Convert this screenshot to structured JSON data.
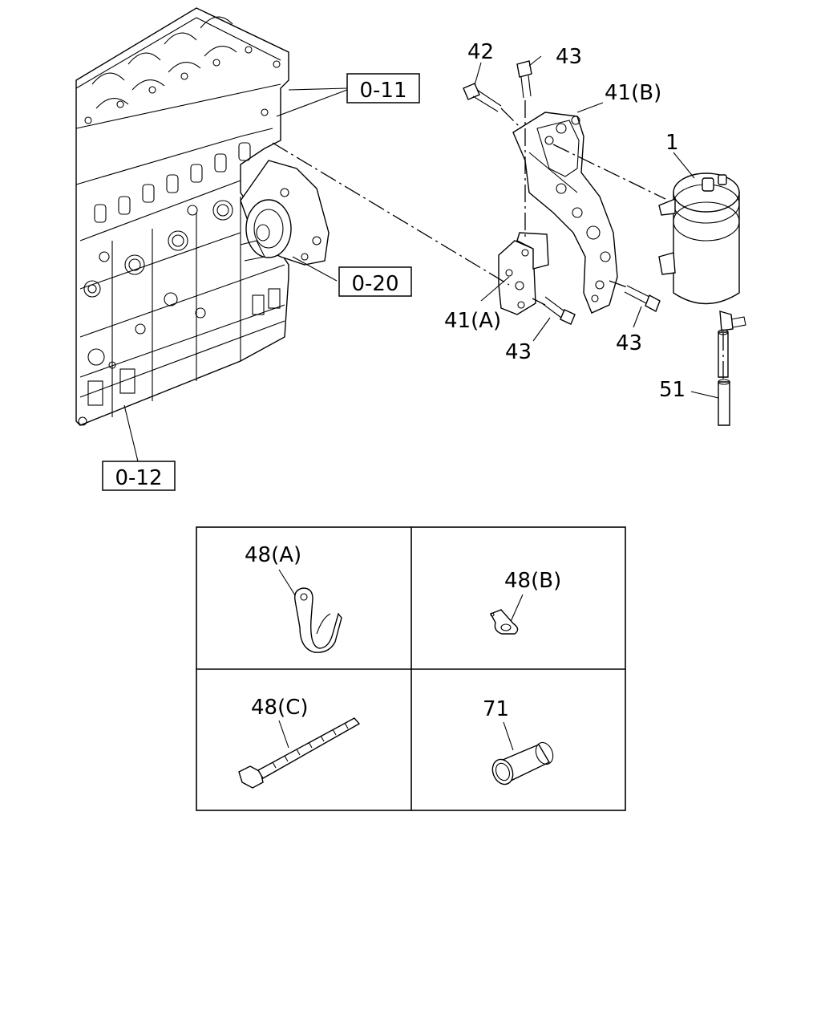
{
  "references": {
    "ref_0_11": "0-11",
    "ref_0_20": "0-20",
    "ref_0_12": "0-12"
  },
  "callouts": {
    "c42": "42",
    "c43_top": "43",
    "c41b": "41(B)",
    "c1": "1",
    "c41a": "41(A)",
    "c43_left": "43",
    "c43_right": "43",
    "c51": "51"
  },
  "detail_panels": {
    "p48a": "48(A)",
    "p48b": "48(B)",
    "p48c": "48(C)",
    "p71": "71"
  },
  "icons": [
    "engine-block-icon",
    "water-pump-icon",
    "reservoir-tank-icon",
    "bracket-icon",
    "bolt-icon",
    "hose-icon",
    "clip-icon",
    "cable-tie-icon",
    "sleeve-icon"
  ]
}
